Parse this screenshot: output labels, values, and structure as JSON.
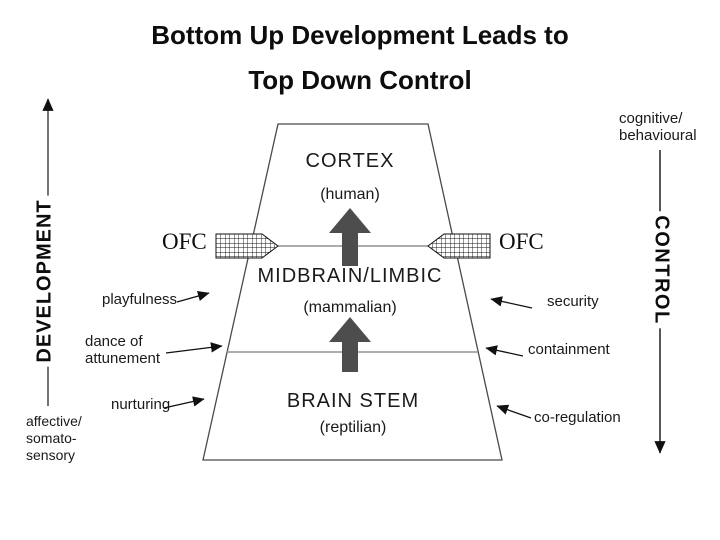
{
  "slide": {
    "title_line1": "Bottom Up Development Leads to",
    "title_line2": "Top Down Control"
  },
  "axes": {
    "left_label": "DEVELOPMENT",
    "left_bottom_caption": "affective/\nsomato-\nsensory",
    "right_label": "CONTROL",
    "right_top_caption": "cognitive/\nbehavioural"
  },
  "pyramid": {
    "levels": [
      {
        "name": "CORTEX",
        "subtitle": "(human)"
      },
      {
        "name": "MIDBRAIN/LIMBIC",
        "subtitle": "(mammalian)"
      },
      {
        "name": "BRAIN STEM",
        "subtitle": "(reptilian)"
      }
    ],
    "ofc_left": "OFC",
    "ofc_right": "OFC"
  },
  "left_annotations": [
    "playfulness",
    "dance of\nattunement",
    "nurturing"
  ],
  "right_annotations": [
    "security",
    "containment",
    "co-regulation"
  ],
  "icons": {
    "up_block_arrow": "up-block-arrow",
    "ofc_hatched_arrow": "hatched-pointer-arrow",
    "development_axis_arrow": "up-axis-arrow",
    "control_axis_arrow": "down-axis-arrow"
  },
  "colors": {
    "text": "#111111",
    "block_arrow_fill": "#4d4d4d",
    "divider_line": "#909090",
    "pyramid_outline": "#4a4a4a",
    "background": "#ffffff"
  }
}
